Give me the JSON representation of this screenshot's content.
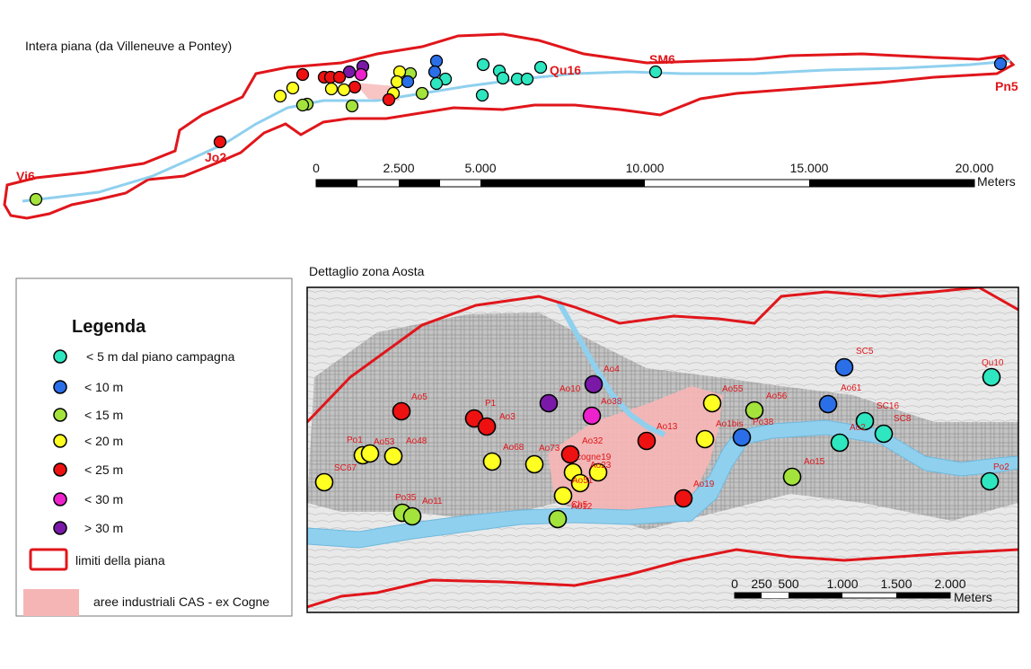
{
  "overview": {
    "title": "Intera piana (da Villeneuve a Pontey)",
    "place_labels": [
      "Vi6",
      "Jo2",
      "Qu16",
      "SM6",
      "Pn5"
    ],
    "scalebar": {
      "ticks": [
        "0",
        "2.500",
        "5.000",
        "10.000",
        "15.000",
        "20.000"
      ],
      "unit": "Meters"
    }
  },
  "detail": {
    "title": "Dettaglio zona Aosta",
    "scalebar": {
      "ticks": [
        "0",
        "250",
        "500",
        "1.000",
        "1.500",
        "2.000"
      ],
      "unit": "Meters"
    },
    "well_labels": [
      "SC5",
      "Qu10",
      "Ao4",
      "Ao10",
      "Ao38",
      "Ao5",
      "P1",
      "Ao3",
      "Ao55",
      "Ao56",
      "Ao61",
      "SC16",
      "SC8",
      "Po38",
      "Ao13",
      "Ao1bis",
      "Ao2",
      "Po1",
      "Ao53",
      "Ao48",
      "Ao68",
      "Ao73",
      "Ao32",
      "cogne19",
      "Ao23",
      "SC67",
      "Ao51",
      "Ao19",
      "Ao15",
      "Po2",
      "Po35",
      "Ao11",
      "Ao12",
      "Ch5"
    ]
  },
  "legend": {
    "title": "Legenda",
    "items": [
      {
        "label": "< 5 m dal piano campagna",
        "color": "#2ee6c0"
      },
      {
        "label": "< 10 m",
        "color": "#2a6fe8"
      },
      {
        "label": "< 15 m",
        "color": "#a4e33c"
      },
      {
        "label": "< 20 m",
        "color": "#ffff22"
      },
      {
        "label": "< 25 m",
        "color": "#ee1111"
      },
      {
        "label": "< 30 m",
        "color": "#ee22cc"
      },
      {
        "label": "> 30 m",
        "color": "#7a19a8"
      }
    ],
    "boundary_label": "limiti della piana",
    "industrial_label": "aree industriali CAS - ex Cogne"
  },
  "colors": {
    "boundary": "#e0161b",
    "river": "#8fd0ee",
    "industrial": "#f6b5b5",
    "label_red": "#e0161b"
  }
}
